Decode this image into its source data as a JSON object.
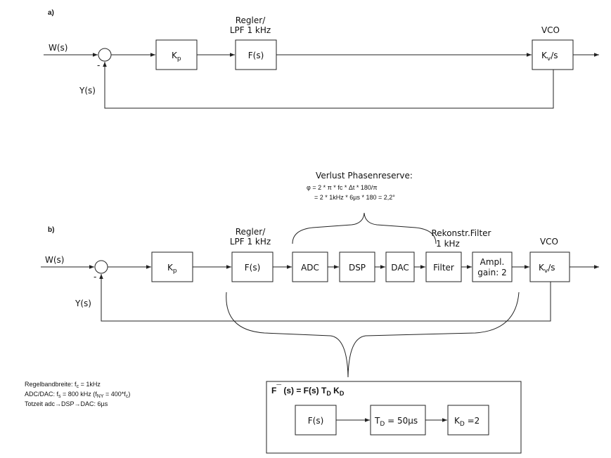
{
  "diagram_a": {
    "label": "a)",
    "input": "W(s)",
    "feedback": "Y(s)",
    "minus": "-",
    "controller_title_1": "Regler/",
    "controller_title_2": "LPF 1 kHz",
    "vco_title": "VCO",
    "kp_main": "K",
    "kp_sub": "p",
    "fs": "F(s)",
    "kv_main": "K",
    "kv_sub": "v",
    "kv_rest": "/s"
  },
  "diagram_b": {
    "label": "b)",
    "input": "W(s)",
    "feedback": "Y(s)",
    "minus": "-",
    "phase_title": "Verlust Phasenreserve:",
    "phase_eq1": "φ = 2 * π * fc * Δt * 180/π",
    "phase_eq2": "= 2 * 1kHz * 6µs * 180 = 2,2°",
    "controller_title_1": "Regler/",
    "controller_title_2": "LPF 1 kHz",
    "rekon_title_1": "Rekonstr.Filter",
    "rekon_title_2": "1 kHz",
    "vco_title": "VCO",
    "kp_main": "K",
    "kp_sub": "p",
    "fs": "F(s)",
    "adc": "ADC",
    "dsp": "DSP",
    "dac": "DAC",
    "filter": "Filter",
    "ampl_1": "Ampl.",
    "ampl_2": "gain: 2",
    "kv_main": "K",
    "kv_sub": "v",
    "kv_rest": "/s"
  },
  "notes": {
    "line1_a": "Regelbandbreite: f",
    "line1_sub": "c",
    "line1_b": " = 1kHz",
    "line2_a": "ADC/DAC: f",
    "line2_sub1": "s",
    "line2_b": " = 800 kHz  (f",
    "line2_sub2": "NY",
    "line2_c": " = 400*f",
    "line2_sub3": "c",
    "line2_d": ")",
    "line3_a": "Totzeit adc",
    "line3_arrow1": "→",
    "line3_b": "DSP",
    "line3_arrow2": "→",
    "line3_c": "DAC: 6µs"
  },
  "equivalent": {
    "title_a": "F",
    "title_mark": "¯",
    "title_b": " (s) = F(s) T",
    "title_sub1": "D",
    "title_c": " K",
    "title_sub2": "D",
    "fs": "F(s)",
    "td_main": "T",
    "td_sub": "D",
    "td_rest": " = 50µs",
    "kd_main": "K",
    "kd_sub": "D",
    "kd_rest": " =2"
  }
}
